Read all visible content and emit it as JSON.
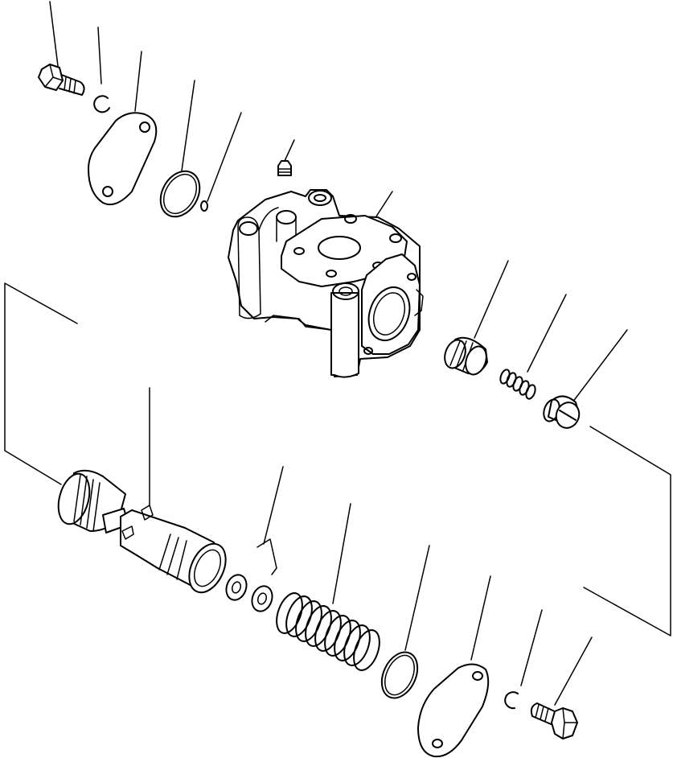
{
  "diagram": {
    "type": "exploded-parts-view",
    "text_labels": [],
    "parts": [
      {
        "name": "bolt",
        "count": 2
      },
      {
        "name": "lock-washer",
        "count": 2
      },
      {
        "name": "cover-plate",
        "count": 2
      },
      {
        "name": "o-ring",
        "count": 2
      },
      {
        "name": "small-o-ring",
        "count": 1
      },
      {
        "name": "grease-fitting",
        "count": 1
      },
      {
        "name": "valve-body",
        "count": 1
      },
      {
        "name": "plug-piston",
        "count": 1
      },
      {
        "name": "spring",
        "count": 2
      },
      {
        "name": "screw-plug",
        "count": 1
      },
      {
        "name": "spool",
        "count": 1
      },
      {
        "name": "shim",
        "count": 2
      }
    ]
  }
}
